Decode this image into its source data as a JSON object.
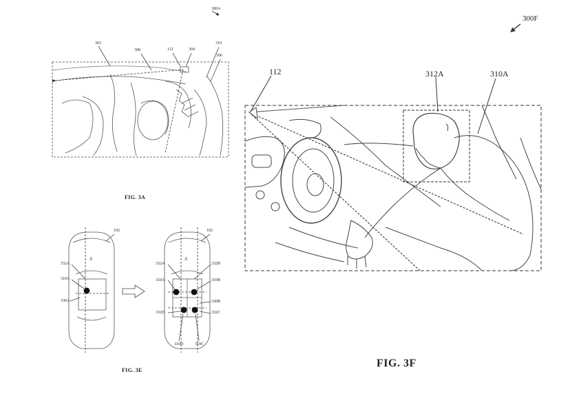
{
  "figures": {
    "fig3a": {
      "caption": "FIG. 3A",
      "ref": "300A",
      "labels": {
        "l302": "302",
        "l308": "308",
        "l112": "112",
        "l304": "304",
        "l310": "310",
        "l306": "306"
      }
    },
    "fig3e": {
      "caption": "FIG. 3E",
      "labels": {
        "left102": "102",
        "left332A": "332A",
        "left310A": "310A",
        "left330A": "330A",
        "right102": "102",
        "right332A": "332A",
        "right332B": "332B",
        "right310A": "310A",
        "right310B": "310B",
        "right330B": "330B",
        "right332D": "332D",
        "right332C": "332C",
        "right310D": "310D",
        "right310C": "310C"
      }
    },
    "fig3f": {
      "caption": "FIG. 3F",
      "ref": "300F",
      "labels": {
        "l112": "112",
        "l312A": "312A",
        "l310A": "310A"
      }
    }
  }
}
